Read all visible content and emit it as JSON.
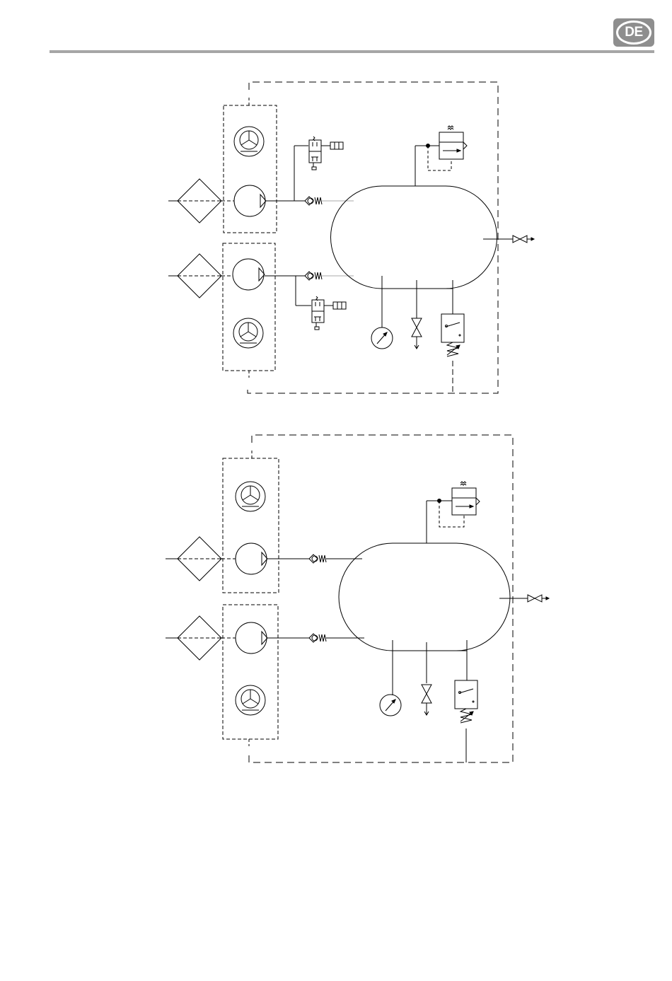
{
  "header": {
    "language_badge": "DE"
  },
  "colors": {
    "rule": "#a6a6a6",
    "badge": "#8e8e8e",
    "line": "#000000",
    "faint_line": "#aaaaaa"
  },
  "diagrams": [
    {
      "name": "upper-schematic",
      "components": [
        "filter",
        "filter",
        "motor",
        "compressor",
        "compressor",
        "motor",
        "check-valve",
        "check-valve",
        "solenoid-valve",
        "solenoid-valve",
        "receiver-tank",
        "pressure-switch",
        "pressure-gauge",
        "drain-valve",
        "safety-valve",
        "outlet-valve"
      ]
    },
    {
      "name": "lower-schematic",
      "components": [
        "filter",
        "filter",
        "motor",
        "compressor",
        "compressor",
        "motor",
        "check-valve",
        "check-valve",
        "receiver-tank",
        "pressure-switch",
        "pressure-gauge",
        "drain-valve",
        "safety-valve",
        "outlet-valve"
      ]
    }
  ]
}
